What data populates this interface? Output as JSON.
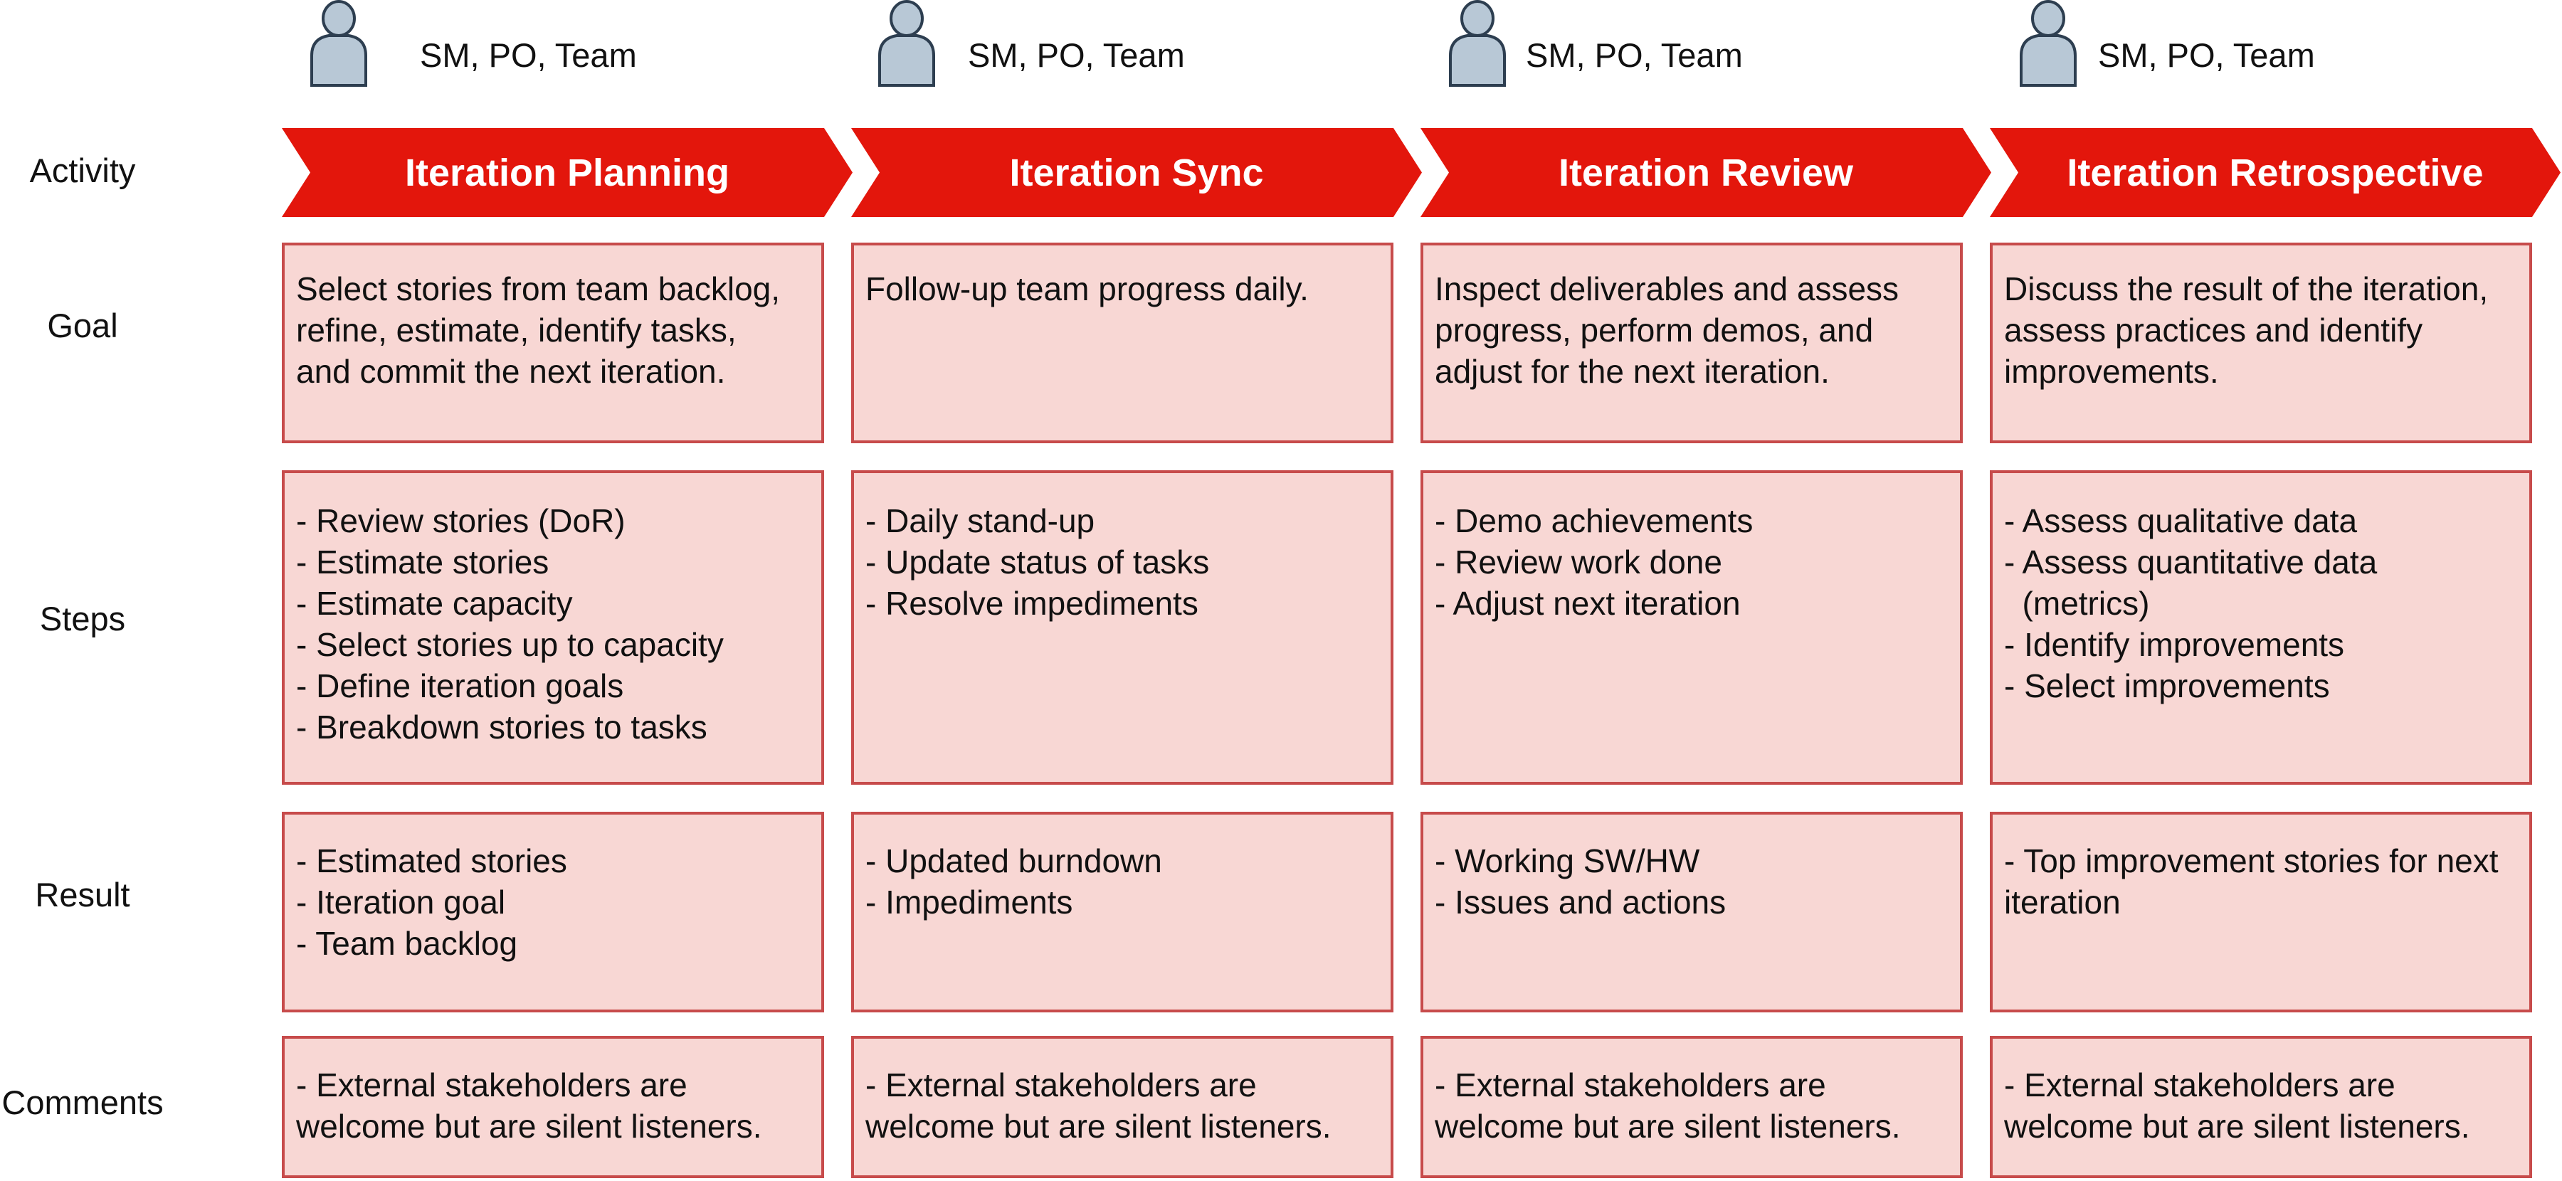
{
  "roles": [
    {
      "label": "SM, PO, Team",
      "icon": "person-icon"
    },
    {
      "label": "SM, PO, Team",
      "icon": "person-icon"
    },
    {
      "label": "SM, PO, Team",
      "icon": "person-icon"
    },
    {
      "label": "SM, PO, Team",
      "icon": "person-icon"
    }
  ],
  "row_labels": {
    "activity": "Activity",
    "goal": "Goal",
    "steps": "Steps",
    "result": "Result",
    "comments": "Comments"
  },
  "activities": [
    {
      "title": "Iteration Planning",
      "goal": [
        "Select stories from team backlog,",
        "refine, estimate, identify tasks,",
        "and commit the next iteration."
      ],
      "steps": [
        "- Review stories (DoR)",
        "- Estimate stories",
        "- Estimate capacity",
        "- Select stories up to capacity",
        "- Define iteration goals",
        "- Breakdown stories to tasks"
      ],
      "result": [
        "- Estimated stories",
        "- Iteration goal",
        "- Team backlog"
      ],
      "comments": [
        "- External stakeholders are",
        "welcome but are silent listeners."
      ]
    },
    {
      "title": "Iteration Sync",
      "goal": [
        "Follow-up team progress daily."
      ],
      "steps": [
        "- Daily stand-up",
        "- Update status of tasks",
        "- Resolve impediments"
      ],
      "result": [
        "- Updated burndown",
        "- Impediments"
      ],
      "comments": [
        "- External stakeholders are",
        "welcome but are silent listeners."
      ]
    },
    {
      "title": "Iteration Review",
      "goal": [
        "Inspect deliverables and assess",
        "progress, perform demos, and",
        "adjust for the next iteration."
      ],
      "steps": [
        "- Demo achievements",
        "- Review work done",
        "- Adjust next iteration"
      ],
      "result": [
        "- Working SW/HW",
        "- Issues and actions"
      ],
      "comments": [
        "- External stakeholders are",
        "welcome but are silent listeners."
      ]
    },
    {
      "title": "Iteration Retrospective",
      "goal": [
        "Discuss the result of the iteration,",
        "assess practices and identify",
        "improvements."
      ],
      "steps": [
        "- Assess qualitative data",
        "- Assess quantitative data",
        "  (metrics)",
        "- Identify improvements",
        "- Select improvements"
      ],
      "result": [
        "- Top improvement stories for next",
        "iteration"
      ],
      "comments": [
        "- External stakeholders are",
        "welcome but are silent listeners."
      ]
    }
  ],
  "colors": {
    "chevron_fill": "#e3160c",
    "card_fill": "#f8d7d4",
    "card_border": "#c74b4b",
    "person_fill": "#b8c8d6",
    "person_stroke": "#2d3e50"
  }
}
